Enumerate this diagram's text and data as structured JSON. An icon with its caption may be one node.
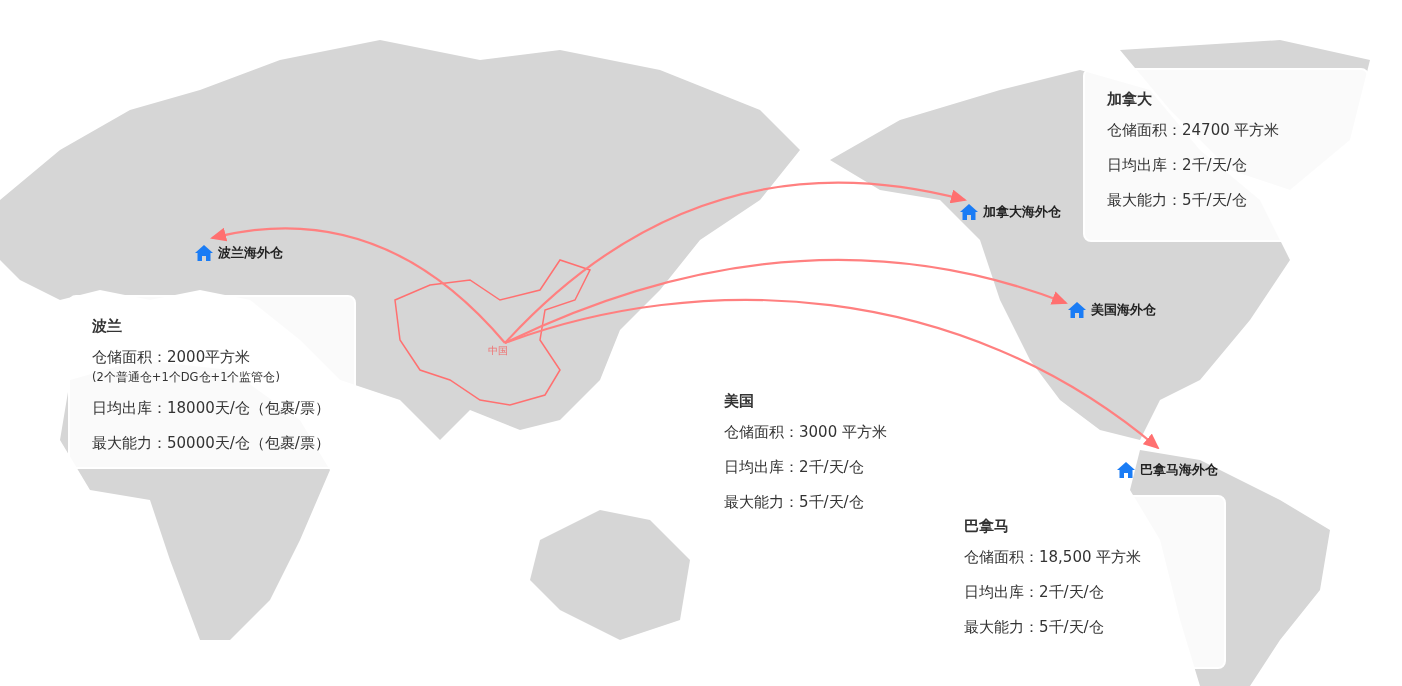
{
  "diagram": {
    "nodes": [
      {
        "text": [
          "中国"
        ]
      },
      {
        "text": [
          "波兰海外仓"
        ]
      },
      {
        "text": [
          "加拿大海外仓"
        ]
      },
      {
        "text": [
          "美国海外仓"
        ]
      },
      {
        "text": [
          "巴拿马海外仓"
        ]
      },
      {
        "text": [
          "波兰",
          "仓储面积：2000平方米",
          "(2个普通仓+1个DG仓+1个监管仓)",
          "日均出库：18000天/仓（包裹/票）",
          "最大能力：50000天/仓（包裹/票）"
        ]
      },
      {
        "text": [
          "美国",
          "仓储面积：3000 平方米",
          "日均出库：2千/天/仓",
          "最大能力：5千/天/仓"
        ]
      },
      {
        "text": [
          "加拿大",
          "仓储面积：24700 平方米",
          "日均出库：2千/天/仓",
          "最大能力：5千/天/仓"
        ]
      },
      {
        "text": [
          "巴拿马",
          "仓储面积：18,500 平方米",
          "日均出库：2千/天/仓",
          "最大能力：5千/天/仓"
        ]
      }
    ],
    "edges": [
      {
        "from": 0,
        "to": 1,
        "arrow": "to"
      },
      {
        "from": 0,
        "to": 2,
        "arrow": "to"
      },
      {
        "from": 0,
        "to": 3,
        "arrow": "to"
      },
      {
        "from": 0,
        "to": 4,
        "arrow": "to"
      }
    ]
  }
}
